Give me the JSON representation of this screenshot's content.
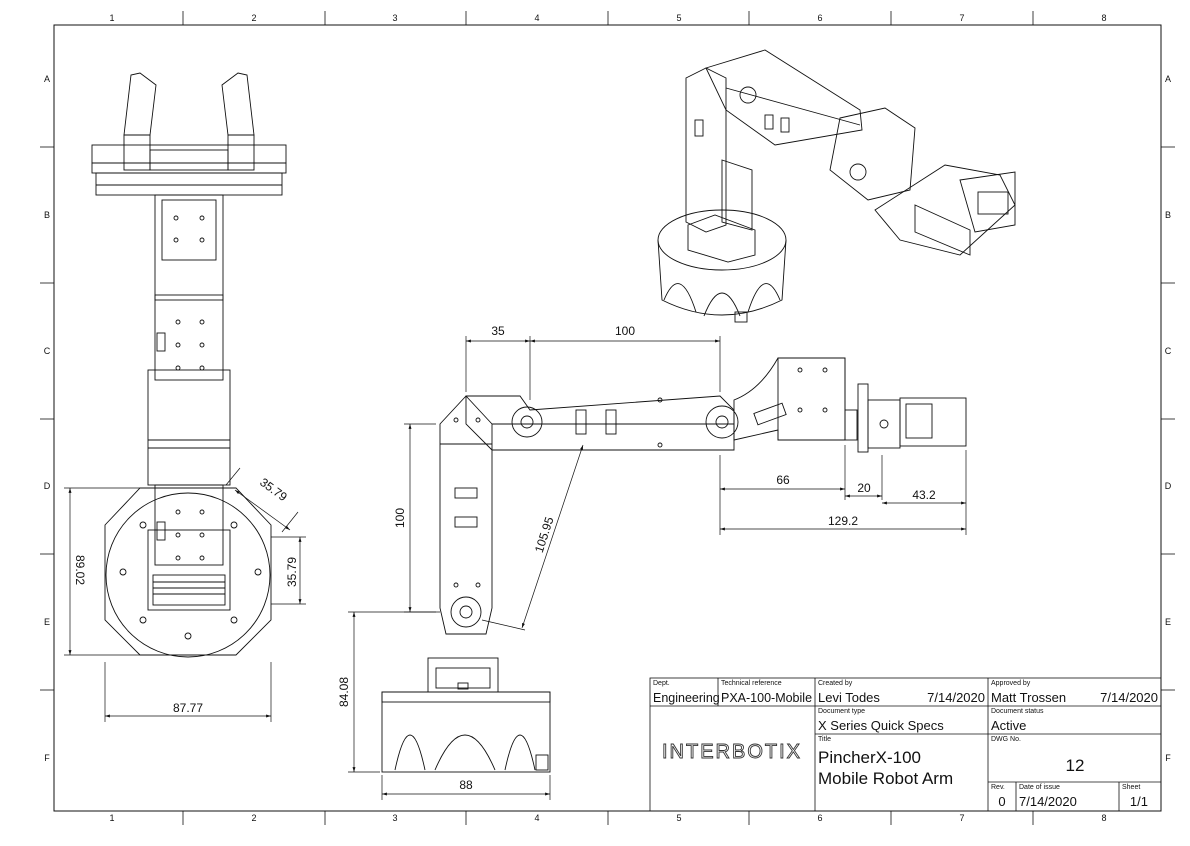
{
  "zones": {
    "columns": [
      "1",
      "2",
      "3",
      "4",
      "5",
      "6",
      "7",
      "8"
    ],
    "rows": [
      "A",
      "B",
      "C",
      "D",
      "E",
      "F"
    ]
  },
  "dimensions": {
    "top_view": {
      "diag": "35.79",
      "height_right": "35.79",
      "overall_height": "89.02",
      "base_width": "87.77"
    },
    "side_view": {
      "shoulder_offset": "35",
      "upper_arm": "100",
      "forearm": "100",
      "diagonal": "105.95",
      "base_height": "84.08",
      "base_width": "88",
      "wrist": "66",
      "gripper_gap": "20",
      "gripper": "43.2",
      "reach": "129.2"
    }
  },
  "title_block": {
    "dept_label": "Dept.",
    "dept": "Engineering",
    "techref_label": "Technical reference",
    "techref": "PXA-100-Mobile",
    "created_label": "Created by",
    "created_by": "Levi Todes",
    "created_date": "7/14/2020",
    "approved_label": "Approved by",
    "approved_by": "Matt Trossen",
    "approved_date": "7/14/2020",
    "doctype_label": "Document type",
    "doctype": "X Series Quick Specs",
    "docstatus_label": "Document status",
    "docstatus": "Active",
    "title_label": "Title",
    "title_line1": "PincherX-100",
    "title_line2": "Mobile Robot Arm",
    "dwg_label": "DWG No.",
    "dwg_no": "12",
    "rev_label": "Rev.",
    "rev": "0",
    "issue_label": "Date of issue",
    "issue_date": "7/14/2020",
    "sheet_label": "Sheet",
    "sheet": "1/1",
    "logo_text": "INTERBOTIX"
  }
}
